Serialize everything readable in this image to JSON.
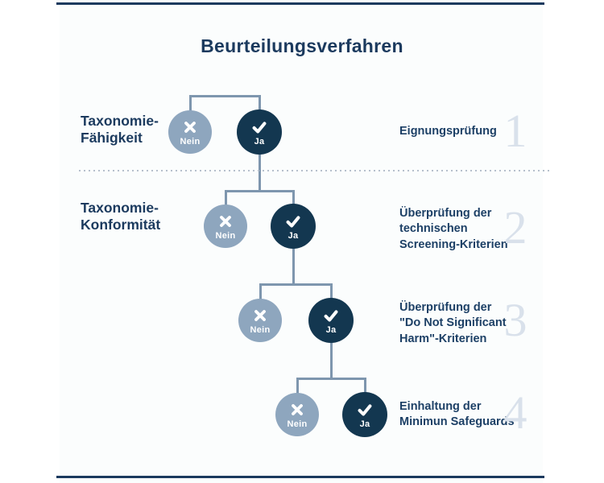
{
  "title": "Beurteilungsverfahren",
  "colors": {
    "navy_text": "#1b3a5e",
    "yes_circle": "#133750",
    "no_circle": "#8ea6be",
    "connector": "#7e96ae",
    "step_number": "#d9e1eb",
    "dotted_separator": "#b6c0cc",
    "canvas_background": "#fbfdfd"
  },
  "rows": [
    {
      "left_label": "Taxonomie-\nFähigkeit",
      "no_label": "Nein",
      "yes_label": "Ja",
      "right_label": "Eignungsprüfung",
      "number": "1"
    },
    {
      "left_label": "Taxonomie-\nKonformität",
      "no_label": "Nein",
      "yes_label": "Ja",
      "right_label": "Überprüfung der\ntechnischen\nScreening-Kriterien",
      "number": "2"
    },
    {
      "no_label": "Nein",
      "yes_label": "Ja",
      "right_label": "Überprüfung der\n\"Do Not Significant\nHarm\"-Kriterien",
      "number": "3"
    },
    {
      "no_label": "Nein",
      "yes_label": "Ja",
      "right_label": "Einhaltung der\nMinimun Safeguards",
      "number": "4"
    }
  ]
}
